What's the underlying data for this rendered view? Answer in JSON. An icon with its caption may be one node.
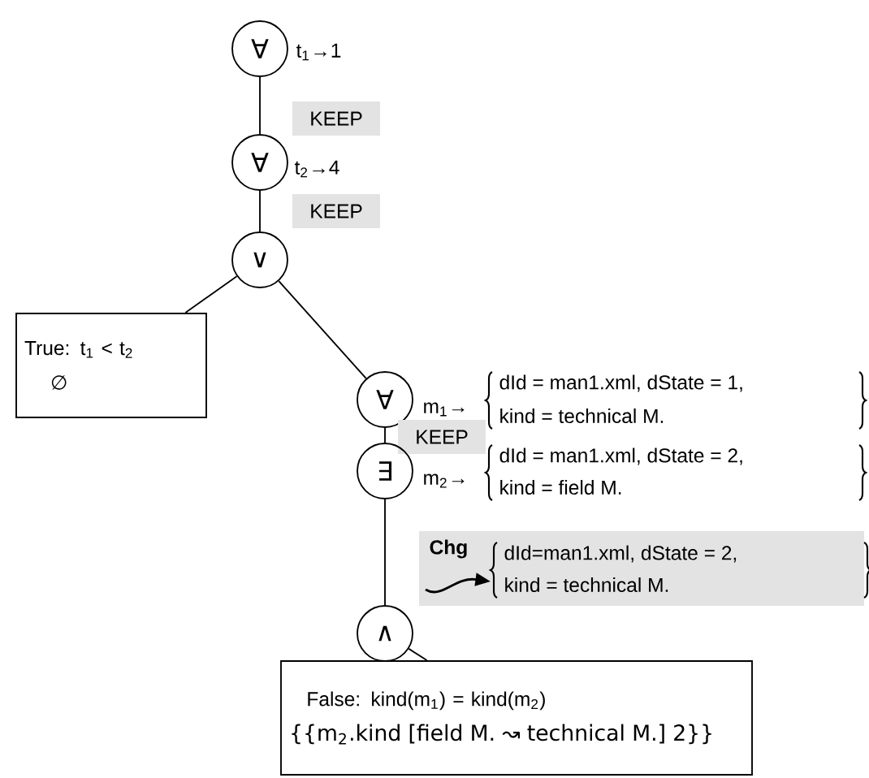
{
  "diagram": {
    "nodes": [
      {
        "text": [
          "∀"
        ],
        "beside": [
          "t$_{1}$→1"
        ]
      },
      {
        "text": [
          "KEEP"
        ]
      },
      {
        "text": [
          "∀"
        ],
        "beside": [
          "t$_{2}$→4"
        ]
      },
      {
        "text": [
          "KEEP"
        ]
      },
      {
        "text": [
          "∨"
        ]
      },
      {
        "text": [
          "True:  t$_{1}$ <  t$_{2}$",
          "∅"
        ]
      },
      {
        "text": [
          "∀"
        ],
        "beside": [
          "m$_{1}$→",
          "dId = man1.xml, dState = 1,",
          "kind = technical M."
        ]
      },
      {
        "text": [
          "KEEP"
        ]
      },
      {
        "text": [
          "∃"
        ],
        "beside": [
          "m$_{2}$→",
          "dId = man1.xml, dState = 2,",
          "kind = field M."
        ]
      },
      {
        "text": [
          "Chg",
          "dId=man1.xml, dState = 2,",
          "kind = technical M."
        ]
      },
      {
        "text": [
          "∧"
        ]
      },
      {
        "text": [
          "False: kind(m$_{1}$) = kind(m$_{2}$)",
          "{{m$_{2}$.kind [field M. ↝ technical M.] 2}}"
        ]
      }
    ],
    "edges": [
      {
        "from": 0,
        "to": 2,
        "arrow": "none"
      },
      {
        "from": 2,
        "to": 4,
        "arrow": "none"
      },
      {
        "from": 4,
        "to": 5,
        "arrow": "none"
      },
      {
        "from": 4,
        "to": 6,
        "arrow": "none"
      },
      {
        "from": 6,
        "to": 8,
        "arrow": "none"
      },
      {
        "from": 8,
        "to": 10,
        "arrow": "none"
      },
      {
        "from": 10,
        "to": 11,
        "arrow": "none"
      }
    ]
  }
}
